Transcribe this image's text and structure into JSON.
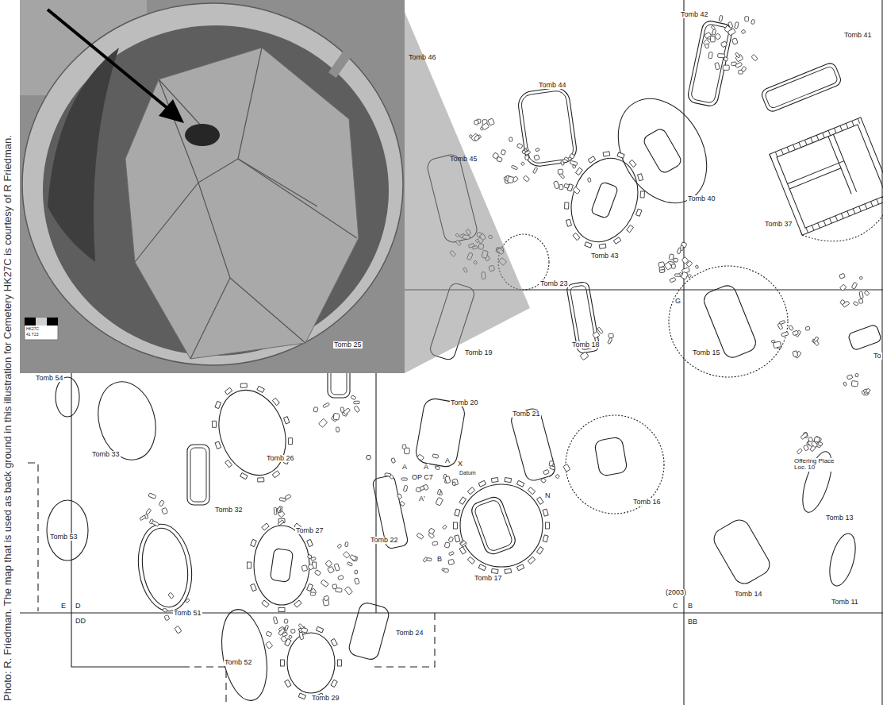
{
  "diagram": {
    "labels": [
      "Photo: R. Friedman. The map that is used as back ground in this illustration for Cemetery HK27C is courtesy of R Friedman.",
      "Tomb 42",
      "Tomb 41",
      "Tomb 46",
      "Tomb 44",
      "Tomb 45",
      "Tomb 40",
      "Tomb 37",
      "Tomb 43",
      "Tomb 23",
      "G",
      "Tomb 19",
      "Tomb 18",
      "Tomb 15",
      "To",
      "HK27C",
      "41 T23",
      "Tomb 25",
      "Tomb 54",
      "Tomb 20",
      "Tomb 21",
      "Tomb 33",
      "Tomb 26",
      "O",
      "A",
      "A",
      "OP C7",
      "A",
      "X",
      "Datum",
      "A'",
      "N",
      "Offering Place Loc. 10",
      "Tomb 32",
      "Tomb 16",
      "Tomb 13",
      "Tomb 27",
      "Tomb 53",
      "Tomb 22",
      "B",
      "Tomb 17",
      "(2003)",
      "E",
      "D",
      "C",
      "B",
      "Tomb 14",
      "Tomb 11",
      "DD",
      "BB",
      "Tomb 51",
      "Tomb 24",
      "Tomb 52",
      "Tomb 29"
    ]
  }
}
